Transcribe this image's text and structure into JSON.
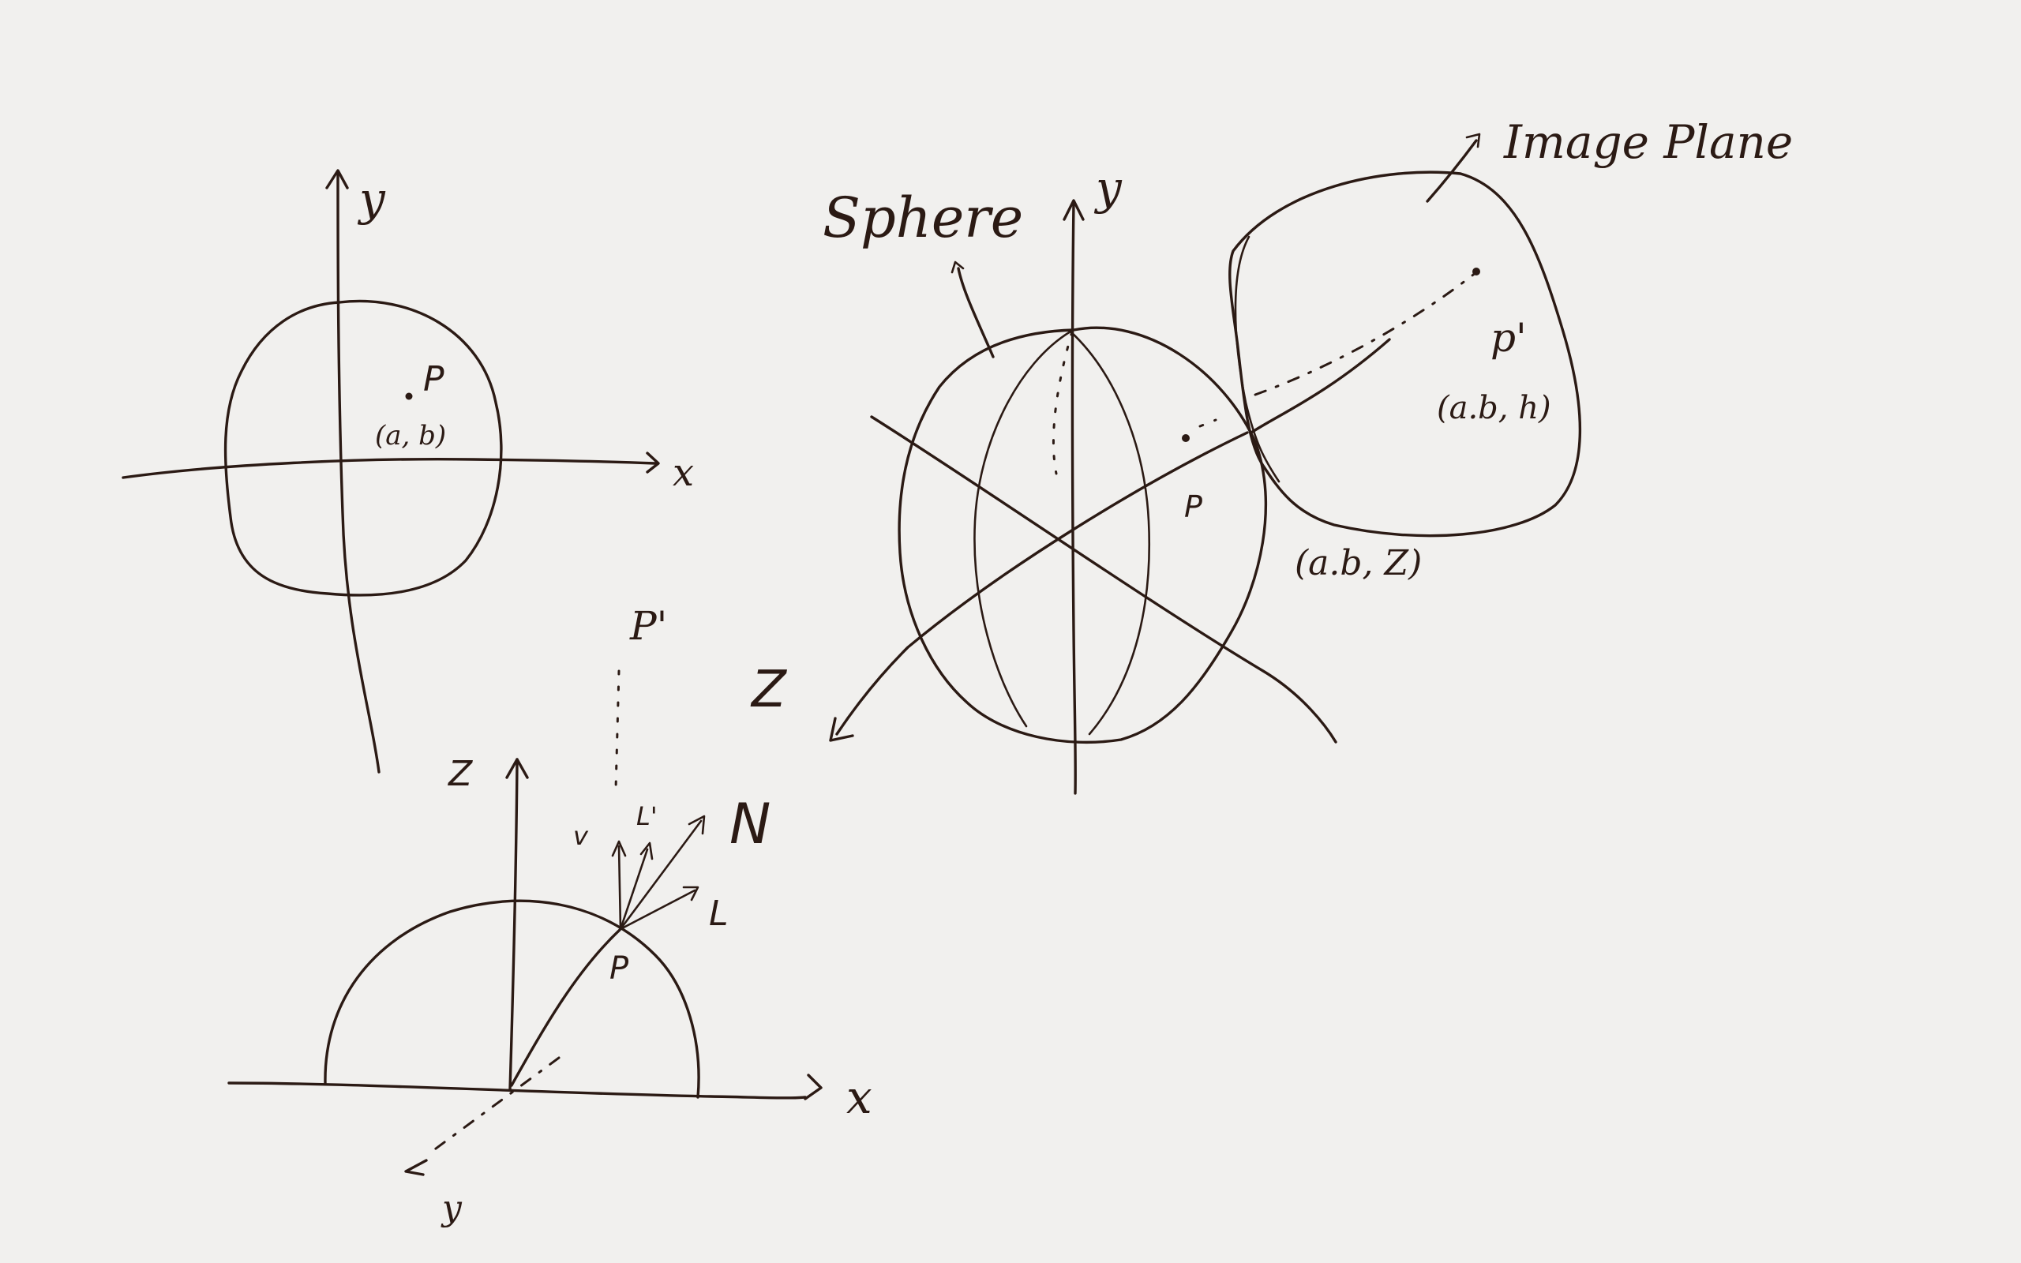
{
  "labels": {
    "circle_y": "y",
    "circle_x": "x",
    "circle_p": "P",
    "circle_ab": "(a, b)",
    "hemi_z": "Z",
    "hemi_x": "x",
    "hemi_y": "y",
    "hemi_p_prime": "P'",
    "hemi_v": "v",
    "hemi_l_prime": "L'",
    "hemi_n": "N",
    "hemi_l": "L",
    "hemi_p": "P",
    "sphere_title": "Sphere",
    "sphere_y": "y",
    "sphere_z": "Z",
    "sphere_p": "P",
    "sphere_abz": "(a.b, Z)",
    "plane_title": "Image Plane",
    "plane_p_prime": "p'",
    "plane_abh": "(a.b, h)"
  },
  "colors": {
    "paper": "#f1f0ee",
    "ink": "#2b1a14"
  }
}
